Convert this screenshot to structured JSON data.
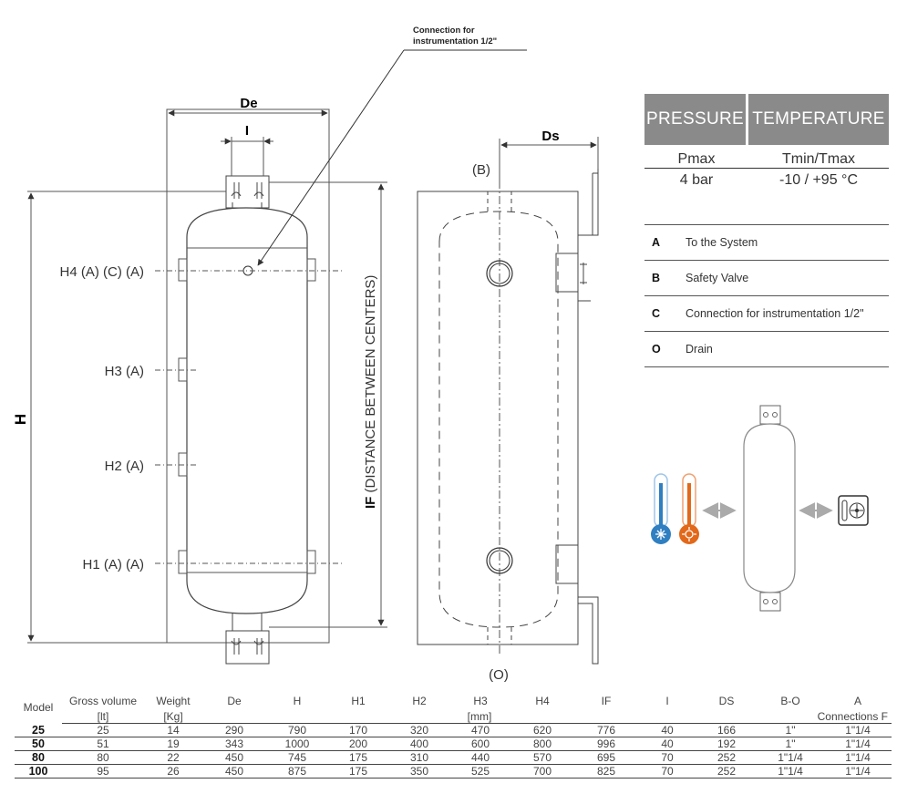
{
  "annotation_top": [
    "Connection for",
    "instrumentation 1/2\""
  ],
  "dims": {
    "de": "De",
    "i": "I",
    "ds": "Ds",
    "h": "H",
    "if_bold": "IF",
    "if_rest": " (DISTANCE BETWEEN CENTERS)",
    "b_label": "(B)",
    "o_label": "(O)"
  },
  "ports": {
    "h4": "H4 (A) (C) (A)",
    "h3": "H3 (A)",
    "h2": "H2 (A)",
    "h1": "H1 (A) (A)"
  },
  "spec": {
    "col1_header": "PRESSURE",
    "col2_header": "TEMPERATURE",
    "col1_sub": "Pmax",
    "col2_sub": "Tmin/Tmax",
    "col1_val": "4 bar",
    "col2_val": "-10 / +95 °C"
  },
  "legend": [
    {
      "key": "A",
      "text": "To the System"
    },
    {
      "key": "B",
      "text": "Safety Valve"
    },
    {
      "key": "C",
      "text": "Connection for instrumentation 1/2\""
    },
    {
      "key": "O",
      "text": "Drain"
    }
  ],
  "table": {
    "model_header": "Model",
    "headers": [
      "Gross volume",
      "Weight",
      "De",
      "H",
      "H1",
      "H2",
      "H3",
      "H4",
      "IF",
      "I",
      "DS",
      "B-O",
      "A"
    ],
    "units": {
      "lt": "[lt]",
      "kg": "[Kg]",
      "mm": "[mm]",
      "conn": "Connections  F"
    },
    "rows": [
      {
        "model": "25",
        "cells": [
          "25",
          "14",
          "290",
          "790",
          "170",
          "320",
          "470",
          "620",
          "776",
          "40",
          "166",
          "1\"",
          "1\"1/4"
        ]
      },
      {
        "model": "50",
        "cells": [
          "51",
          "19",
          "343",
          "1000",
          "200",
          "400",
          "600",
          "800",
          "996",
          "40",
          "192",
          "1\"",
          "1\"1/4"
        ]
      },
      {
        "model": "80",
        "cells": [
          "80",
          "22",
          "450",
          "745",
          "175",
          "310",
          "440",
          "570",
          "695",
          "70",
          "252",
          "1\"1/4",
          "1\"1/4"
        ]
      },
      {
        "model": "100",
        "cells": [
          "95",
          "26",
          "450",
          "875",
          "175",
          "350",
          "525",
          "700",
          "825",
          "70",
          "252",
          "1\"1/4",
          "1\"1/4"
        ]
      }
    ]
  },
  "colors": {
    "line": "#444444",
    "spec_header_bg": "#8a8a8a",
    "cold": "#2f7fc1",
    "hot": "#e2681a"
  }
}
